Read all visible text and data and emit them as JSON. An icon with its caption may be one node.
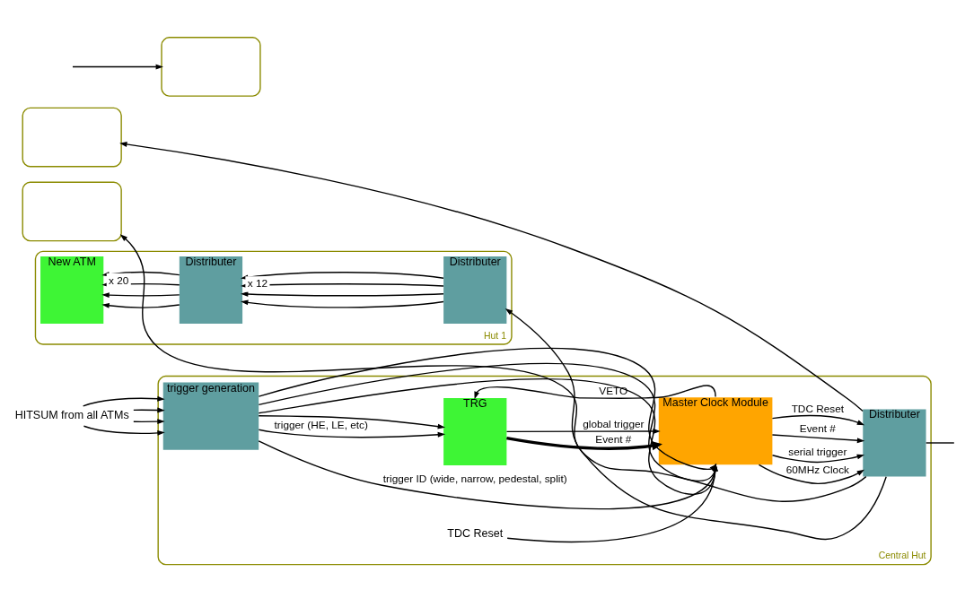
{
  "diagram": {
    "nodes": [
      {
        "text": [
          "Central Hut"
        ]
      },
      {
        "text": [
          "TRG"
        ],
        "in": 0
      },
      {
        "text": [
          "Master Clock Module"
        ],
        "in": 0
      },
      {
        "text": [
          "Distributer"
        ],
        "in": 0
      },
      {
        "text": [
          "trigger generation"
        ],
        "in": 0
      },
      {
        "text": [
          "HITSUM from all ATMs"
        ]
      },
      {
        "text": [
          "TDC Reset"
        ],
        "in": 0
      },
      {
        "text": [],
        "shape": "box"
      },
      {
        "text": [],
        "shape": "box"
      },
      {
        "text": [],
        "shape": "box"
      },
      {
        "text": [
          "Hut 1"
        ]
      },
      {
        "text": [
          "New ATM"
        ],
        "in": 10
      },
      {
        "text": [
          "Distributer"
        ],
        "in": 10
      },
      {
        "text": [
          "Distributer"
        ],
        "in": 10
      }
    ],
    "edges": [
      {
        "from": 4,
        "to": 1,
        "arrow": "to",
        "label": "trigger (HE, LE, etc)"
      },
      {
        "from": 4,
        "to": 1,
        "arrow": "to"
      },
      {
        "from": 1,
        "to": 2,
        "arrow": "to",
        "label": "global trigger"
      },
      {
        "from": 1,
        "to": 2,
        "arrow": "to",
        "label": "Event #",
        "style": "thick"
      },
      {
        "from": 2,
        "to": 1,
        "arrow": "to",
        "label": "VETO"
      },
      {
        "from": 4,
        "to": 2,
        "arrow": "to"
      },
      {
        "from": 4,
        "to": 2,
        "arrow": "to"
      },
      {
        "from": 4,
        "to": 2,
        "arrow": "to"
      },
      {
        "from": 4,
        "to": 2,
        "arrow": "to",
        "label": "trigger ID (wide, narrow, pedestal, split)"
      },
      {
        "from": 6,
        "to": 2,
        "arrow": "to"
      },
      {
        "from": 2,
        "to": 3,
        "arrow": "to",
        "label": "serial trigger"
      },
      {
        "from": 2,
        "to": 3,
        "arrow": "to",
        "label": "Event #"
      },
      {
        "from": 2,
        "to": 3,
        "arrow": "to",
        "label": "TDC Reset"
      },
      {
        "from": 2,
        "to": 3,
        "arrow": "to",
        "label": "60MHz Clock"
      },
      {
        "from": 5,
        "to": 4,
        "arrow": "to"
      },
      {
        "from": 5,
        "to": 4,
        "arrow": "to"
      },
      {
        "from": 5,
        "to": 4,
        "arrow": "to"
      },
      {
        "from": 5,
        "to": 4,
        "arrow": "to"
      },
      {
        "from": 3,
        "to": null,
        "arrow": "none"
      },
      {
        "from": null,
        "to": 7,
        "arrow": "to"
      },
      {
        "from": 3,
        "to": 8,
        "arrow": "to"
      },
      {
        "from": 3,
        "to": 9,
        "arrow": "to"
      },
      {
        "from": 3,
        "to": 13,
        "arrow": "to"
      },
      {
        "from": 13,
        "to": 12,
        "arrow": "to"
      },
      {
        "from": 13,
        "to": 12,
        "arrow": "to"
      },
      {
        "from": 13,
        "to": 12,
        "arrow": "to"
      },
      {
        "from": 13,
        "to": 12,
        "arrow": "to",
        "label": "x 12"
      },
      {
        "from": 12,
        "to": 11,
        "arrow": "to"
      },
      {
        "from": 12,
        "to": 11,
        "arrow": "to"
      },
      {
        "from": 12,
        "to": 11,
        "arrow": "to"
      },
      {
        "from": 12,
        "to": 11,
        "arrow": "to",
        "label": "x 20"
      }
    ]
  }
}
